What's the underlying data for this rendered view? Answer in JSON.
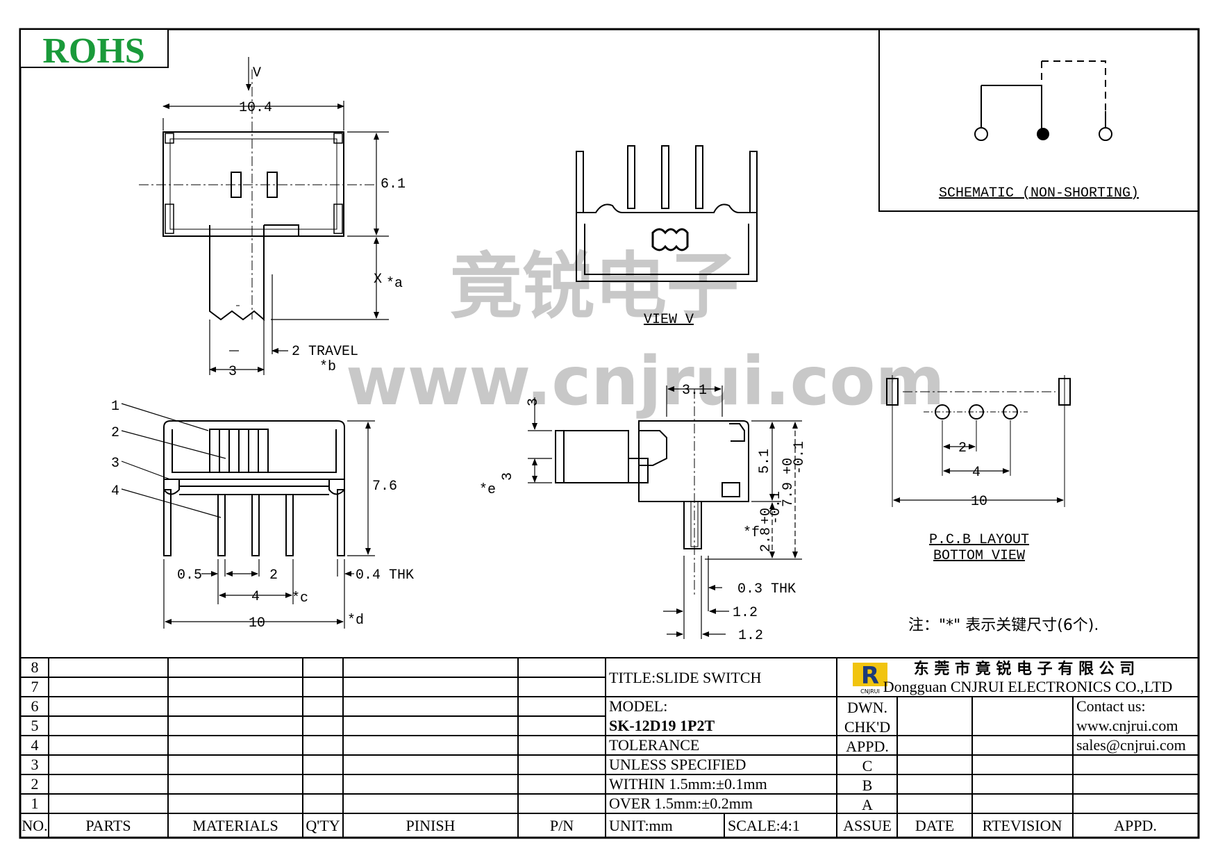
{
  "rohs": "ROHS",
  "watermark": {
    "cn": "竟锐电子",
    "url": "www.cnjrui.com"
  },
  "schematic": {
    "caption": "SCHEMATIC (NON-SHORTING)"
  },
  "top_view": {
    "width": "10.4",
    "height": "6.1",
    "knob_ext": "X",
    "knob_ext_key": "*a",
    "travel": "2 TRAVEL",
    "travel_key": "*b",
    "knob_w": "3",
    "arrow_label": "V"
  },
  "view_v": {
    "caption": "VIEW V"
  },
  "front_view": {
    "callouts": [
      "1",
      "2",
      "3",
      "4"
    ],
    "height": "7.6",
    "pin_w": "0.5",
    "pitch": "2",
    "pitch_span": "4",
    "pitch_key": "*c",
    "thk": "0.4 THK",
    "overall": "10",
    "overall_key": "*d"
  },
  "side_view": {
    "knob_w": "3.1",
    "knob_offset": "3",
    "knob_h": "3",
    "knob_key": "*e",
    "body_h": "5.1",
    "total_h": "7.9",
    "total_tol_up": "+0",
    "total_tol_dn": "-0.1",
    "pin_len": "2.8",
    "pin_tol_up": "+0",
    "pin_tol_dn": "-0.1",
    "pin_key": "*f",
    "thk": "0.3 THK",
    "pin_a": "1.2",
    "pin_b": "1.2"
  },
  "pcb": {
    "pitch": "2",
    "span": "4",
    "overall": "10",
    "caption1": "P.C.B LAYOUT",
    "caption2": "BOTTOM VIEW"
  },
  "note": "注：\"*\"  表示关键尺寸(6个).",
  "title_block": {
    "rev_rows": [
      "8",
      "7",
      "6",
      "5",
      "4",
      "3",
      "2",
      "1"
    ],
    "headers": {
      "no": "NO.",
      "parts": "PARTS",
      "materials": "MATERIALS",
      "qty": "Q'TY",
      "pinish": "PINISH",
      "pn": "P/N"
    },
    "title": "TITLE:SLIDE SWITCH",
    "model_label": "MODEL:",
    "model": "SK-12D19 1P2T",
    "tolerance": "TOLERANCE",
    "unless": "UNLESS SPECIFIED",
    "within": "WITHIN 1.5mm:±0.1mm",
    "over": "OVER 1.5mm:±0.2mm",
    "unit": "UNIT:mm",
    "scale": "SCALE:4:1",
    "company_cn": "东 莞 市 竟 锐 电 子 有 限 公 司",
    "company_en": "Dongguan CNJRUI ELECTRONICS CO.,LTD",
    "logo_text": "CNJRUI",
    "dwn": "DWN.",
    "chkd": "CHK'D",
    "appd": "APPD.",
    "revs": [
      "C",
      "B",
      "A"
    ],
    "contact": [
      "Contact us:",
      "www.cnjrui.com",
      "sales@cnjrui.com"
    ],
    "bottom": {
      "assue": "ASSUE",
      "date": "DATE",
      "rtevision": "RTEVISION",
      "appd": "APPD."
    }
  }
}
